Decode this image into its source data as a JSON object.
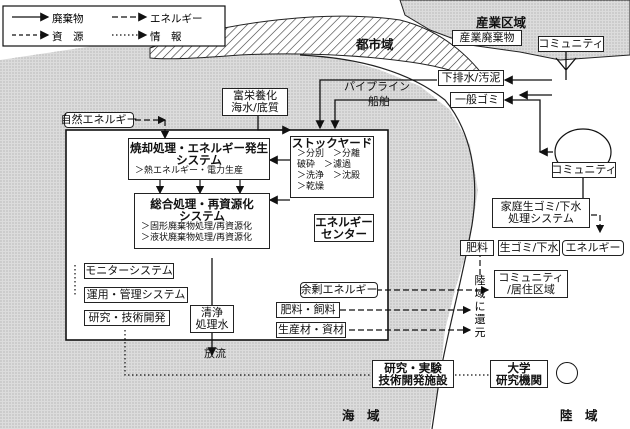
{
  "legend": {
    "waste": "廃棄物",
    "energy": "エネルギー",
    "resource": "資　源",
    "info": "情　報"
  },
  "zones": {
    "city": "都市域",
    "industry": "産業区域",
    "sea": "海　域",
    "land": "陸　域"
  },
  "transport": {
    "pipeline": "パイプライン",
    "ship": "船舶"
  },
  "land_side": {
    "industrial_waste": "産業廃棄物",
    "community_top": "コミュニティ",
    "community_mid": "コミュニティ",
    "sewage": "下排水/汚泥",
    "general_waste": "一般ゴミ",
    "household_system_line1": "家庭生ゴミ/下水",
    "household_system_line2": "処理システム",
    "fertilizer": "肥料",
    "raw_garbage": "生ゴミ/下水",
    "energy": "エネルギー",
    "residence_line1": "コミュニティ",
    "residence_line2": "/居住区域",
    "return_land": "陸域に還元"
  },
  "inputs": {
    "natural_energy": "自然エネルギー",
    "eutrophic_line1": "富栄養化",
    "eutrophic_line2": "海水/底質"
  },
  "facility": {
    "incineration_title1": "焼却処理・エネルギー発生",
    "incineration_title2": "システム",
    "incineration_sub": "＞熱エネルギー・電力生産",
    "integrated_title1": "総合処理・再資源化",
    "integrated_title2": "システム",
    "integrated_sub1": "＞固形廃棄物処理/再資源化",
    "integrated_sub2": "＞液状廃棄物処理/再資源化",
    "stockyard_title": "ストックヤード",
    "stockyard_items": [
      "＞分別　＞分離",
      "破砕　＞濾過",
      "＞洗浄　＞沈殿",
      "＞乾燥"
    ],
    "energy_center_line1": "エネルギー",
    "energy_center_line2": "センター",
    "monitor": "モニターシステム",
    "operation": "運用・管理システム",
    "research": "研究・技術開発",
    "clean_water_line1": "清浄",
    "clean_water_line2": "処理水",
    "discharge": "放流"
  },
  "outputs": {
    "surplus_energy": "余剰エネルギー",
    "fertilizer_feed": "肥料・飼料",
    "materials": "生産材・資材"
  },
  "bottom": {
    "research_facility_line1": "研究・実験",
    "research_facility_line2": "技術開発施設",
    "university_line1": "大学",
    "university_line2": "研究機関"
  }
}
